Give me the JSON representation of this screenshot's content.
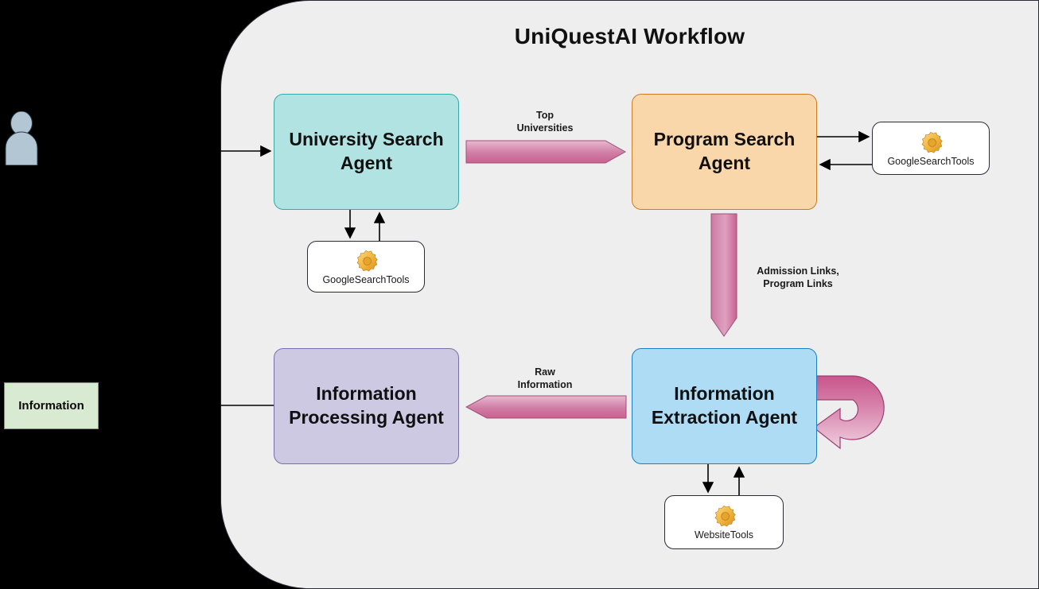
{
  "diagram": {
    "title": "UniQuestAI Workflow",
    "background_color": "#000000",
    "panel_color": "#eeeeee"
  },
  "actors": {
    "user": {
      "icon": "user-icon",
      "color": "#b3c6d4"
    },
    "information_box": {
      "label": "Information",
      "color": "#d9ead3",
      "border": "#6aa84f"
    }
  },
  "nodes": [
    {
      "id": "university-search-agent",
      "label": "University Search\nAgent",
      "line1": "University Search",
      "line2": "Agent",
      "color": "#b1e3e3",
      "border": "#3aa6a6"
    },
    {
      "id": "program-search-agent",
      "label": "Program Search\nAgent",
      "line1": "Program Search",
      "line2": "Agent",
      "color": "#fad7ab",
      "border": "#c87d22"
    },
    {
      "id": "information-processing-agent",
      "label": "Information\nProcessing Agent",
      "line1": "Information",
      "line2": "Processing Agent",
      "color": "#cdc9e3",
      "border": "#7b6fa8"
    },
    {
      "id": "information-extraction-agent",
      "label": "Information\nExtraction Agent",
      "line1": "Information",
      "line2": "Extraction Agent",
      "color": "#aedcf5",
      "border": "#1d7ebd"
    }
  ],
  "tools": [
    {
      "id": "tool-university",
      "label": "GoogleSearchTools",
      "icon": "gear-icon"
    },
    {
      "id": "tool-program",
      "label": "GoogleSearchTools",
      "icon": "gear-icon"
    },
    {
      "id": "tool-extraction",
      "label": "WebsiteTools",
      "icon": "gear-icon"
    }
  ],
  "edges": [
    {
      "id": "top-universities",
      "label_line1": "Top",
      "label_line2": "Universities",
      "direction": "right",
      "color": "#cf6e9c"
    },
    {
      "id": "admission-links",
      "label_line1": "Admission Links,",
      "label_line2": "Program Links",
      "direction": "down",
      "color": "#cf6e9c"
    },
    {
      "id": "raw-information",
      "label_line1": "Raw",
      "label_line2": "Information",
      "direction": "left",
      "color": "#cf6e9c"
    },
    {
      "id": "self-loop",
      "label_line1": "",
      "label_line2": "",
      "direction": "loop",
      "color": "#cf6e9c"
    }
  ],
  "colors": {
    "arrow_pink_dark": "#c9558b",
    "arrow_pink_light": "#f0cfe0",
    "gear_gold": "#f4b93c",
    "line": "#000000"
  }
}
